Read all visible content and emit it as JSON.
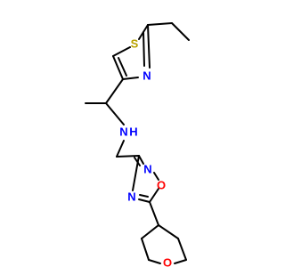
{
  "molecule": {
    "atoms": {
      "sulfur": {
        "label": "S",
        "color": "#b8a200"
      },
      "thiazole_nitrogen": {
        "label": "N",
        "color": "#0000ff"
      },
      "amine": {
        "label": "N",
        "label2": "H",
        "color": "#0000ff"
      },
      "oxadiazole_nitrogen_1": {
        "label": "N",
        "color": "#0000ff"
      },
      "oxadiazole_oxygen": {
        "label": "O",
        "color": "#ff0000"
      },
      "oxadiazole_nitrogen_2": {
        "label": "N",
        "color": "#0000ff"
      },
      "pyran_oxygen": {
        "label": "O",
        "color": "#ff0000"
      }
    },
    "bond_color": "#000000"
  }
}
